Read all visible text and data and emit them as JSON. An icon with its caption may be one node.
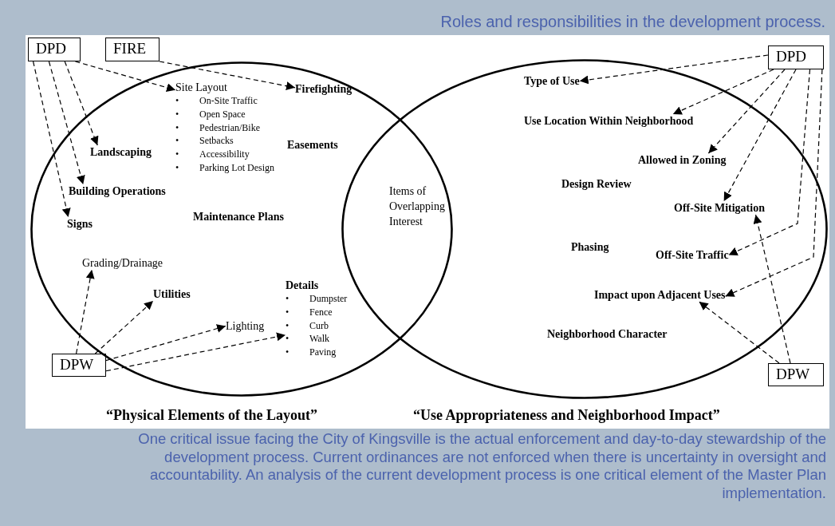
{
  "diagram": {
    "title": "Roles and responsibilities in the development process.",
    "caption": "One critical issue facing the City of Kingsville is the actual enforcement and day-to-day stewardship of the development process. Current ordinances are not enforced when there is uncertainty in oversight and accountability. An analysis of the current development process is one critical element of the Master Plan implementation.",
    "nodes": [
      {
        "text": [
          "DPD"
        ]
      },
      {
        "text": [
          "FIRE"
        ]
      },
      {
        "text": [
          "DPW"
        ]
      },
      {
        "text": [
          "DPD"
        ]
      },
      {
        "text": [
          "DPW"
        ]
      },
      {
        "text": [
          "“Physical Elements of the Layout”"
        ]
      },
      {
        "text": [
          "Site Layout",
          "• On-Site Traffic",
          "• Open Space",
          "• Pedestrian/Bike",
          "• Setbacks",
          "• Accessibility",
          "• Parking Lot Design"
        ],
        "in": 5
      },
      {
        "text": [
          "Firefighting"
        ],
        "in": 5
      },
      {
        "text": [
          "Landscaping"
        ],
        "in": 5
      },
      {
        "text": [
          "Building Operations"
        ],
        "in": 5
      },
      {
        "text": [
          "Signs"
        ],
        "in": 5
      },
      {
        "text": [
          "Grading/Drainage"
        ],
        "in": 5
      },
      {
        "text": [
          "Utilities"
        ],
        "in": 5
      },
      {
        "text": [
          "Lighting"
        ],
        "in": 5
      },
      {
        "text": [
          "Details",
          "• Dumpster",
          "• Fence",
          "• Curb",
          "• Walk",
          "• Paving"
        ],
        "in": 5
      },
      {
        "text": [
          "“Use Appropriateness and Neighborhood Impact”"
        ]
      },
      {
        "text": [
          "Type of Use"
        ],
        "in": 15
      },
      {
        "text": [
          "Use Location Within Neighborhood"
        ],
        "in": 15
      },
      {
        "text": [
          "Allowed  in Zoning"
        ],
        "in": 15
      },
      {
        "text": [
          "Off-Site Mitigation"
        ],
        "in": 15
      },
      {
        "text": [
          "Off-Site Traffic"
        ],
        "in": 15
      },
      {
        "text": [
          "Impact upon Adjacent Uses"
        ],
        "in": 15
      }
    ],
    "edges": [
      {
        "from": 0,
        "to": 6,
        "arrow": "to",
        "style": "dashed"
      },
      {
        "from": 0,
        "to": 8,
        "arrow": "to",
        "style": "dashed"
      },
      {
        "from": 0,
        "to": 9,
        "arrow": "to",
        "style": "dashed"
      },
      {
        "from": 0,
        "to": 10,
        "arrow": "to",
        "style": "dashed"
      },
      {
        "from": 1,
        "to": 7,
        "arrow": "to",
        "style": "dashed"
      },
      {
        "from": 2,
        "to": 11,
        "arrow": "to",
        "style": "dashed"
      },
      {
        "from": 2,
        "to": 12,
        "arrow": "to",
        "style": "dashed"
      },
      {
        "from": 2,
        "to": 13,
        "arrow": "to",
        "style": "dashed"
      },
      {
        "from": 2,
        "to": 14,
        "arrow": "to",
        "style": "dashed"
      },
      {
        "from": 3,
        "to": 16,
        "arrow": "to",
        "style": "dashed"
      },
      {
        "from": 3,
        "to": 17,
        "arrow": "to",
        "style": "dashed"
      },
      {
        "from": 3,
        "to": 18,
        "arrow": "to",
        "style": "dashed"
      },
      {
        "from": 3,
        "to": 19,
        "arrow": "to",
        "style": "dashed"
      },
      {
        "from": 3,
        "to": 20,
        "arrow": "to",
        "style": "dashed"
      },
      {
        "from": 3,
        "to": 21,
        "arrow": "to",
        "style": "dashed"
      },
      {
        "from": 4,
        "to": 21,
        "arrow": "to",
        "style": "dashed"
      },
      {
        "from": 4,
        "to": 19,
        "arrow": "to",
        "style": "dashed"
      }
    ],
    "labels": [
      "Easements",
      "Maintenance Plans",
      "Items of Overlapping Interest",
      "Design Review",
      "Phasing",
      "Neighborhood Character"
    ]
  }
}
